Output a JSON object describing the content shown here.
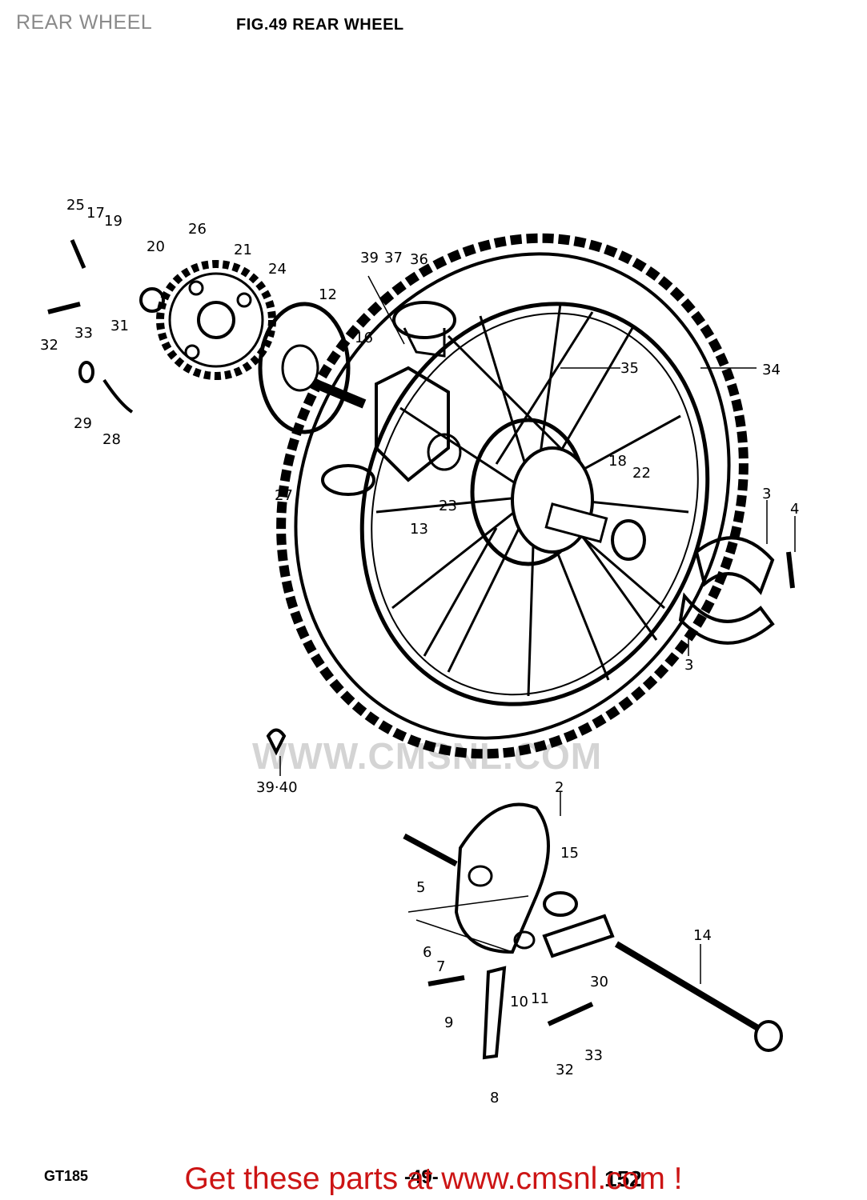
{
  "header": {
    "page_title": "REAR WHEEL",
    "figure_title": "FIG.49  REAR WHEEL"
  },
  "watermark": "WWW.CMSNL.COM",
  "footer": {
    "model_code": "GT185",
    "page_number": "-49-",
    "page_number_2": "152",
    "link_text": "Get these parts at www.cmsnl.com !"
  },
  "part_labels": [
    "25",
    "17",
    "19",
    "20",
    "26",
    "21",
    "24",
    "12",
    "16",
    "39",
    "37",
    "36",
    "35",
    "34",
    "32",
    "33",
    "31",
    "29",
    "28",
    "27",
    "13",
    "23",
    "18",
    "22",
    "3",
    "4",
    "3",
    "39·40",
    "2",
    "5",
    "15",
    "14",
    "6",
    "7",
    "10",
    "11",
    "30",
    "9",
    "32",
    "33",
    "8"
  ],
  "colors": {
    "line_art": "#000000",
    "footer_link": "#cc1414",
    "page_title": "#8a8a8a",
    "watermark": "#d4d4d4"
  }
}
